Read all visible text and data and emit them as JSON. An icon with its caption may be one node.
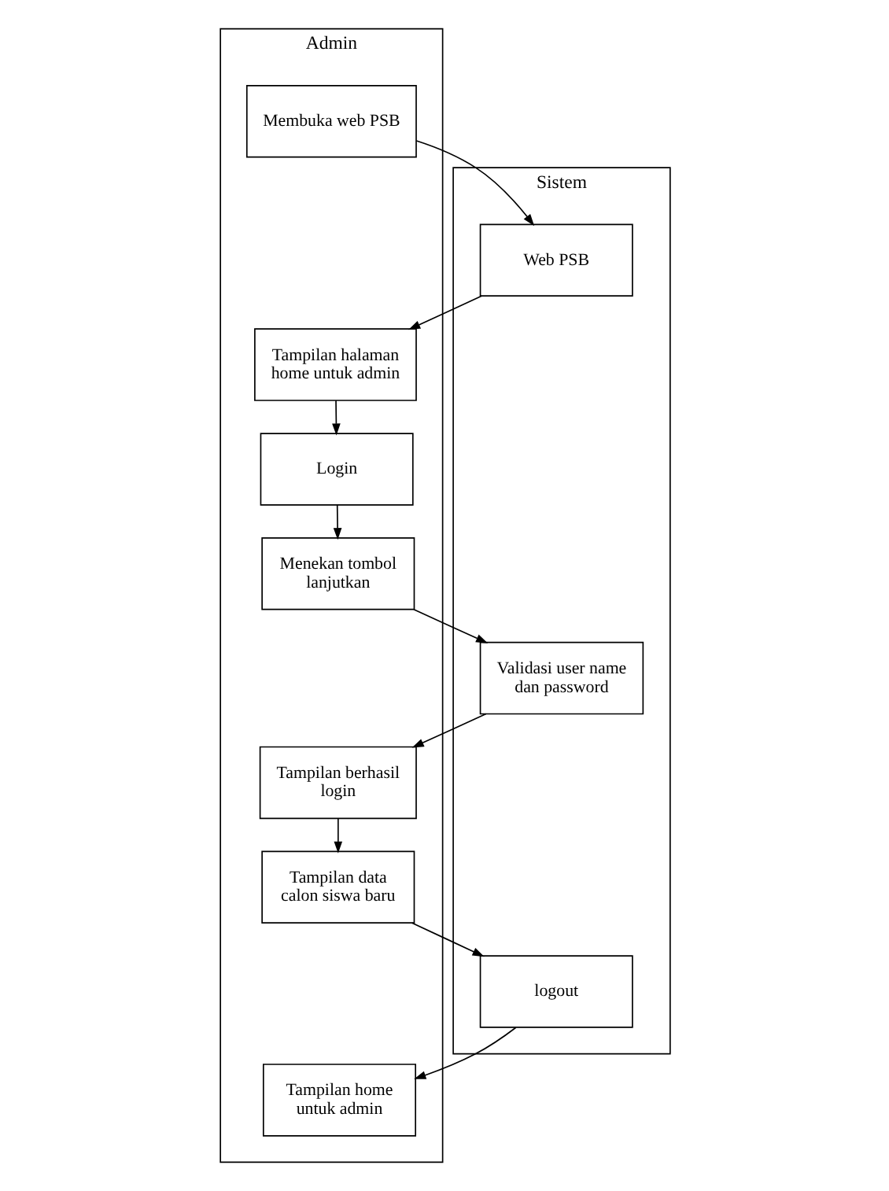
{
  "diagram": {
    "nodes": [
      {
        "text": [
          "Admin"
        ]
      },
      {
        "text": [
          "Sistem"
        ]
      },
      {
        "text": [
          "Membuka web PSB"
        ],
        "in": 0
      },
      {
        "text": [
          "Web PSB"
        ],
        "in": 1
      },
      {
        "text": [
          "Tampilan halaman home untuk admin"
        ],
        "in": 0
      },
      {
        "text": [
          "Login"
        ],
        "in": 0
      },
      {
        "text": [
          "Menekan tombol lanjutkan"
        ],
        "in": 0
      },
      {
        "text": [
          "Validasi user name dan password"
        ],
        "in": 1
      },
      {
        "text": [
          "Tampilan berhasil login"
        ],
        "in": 0
      },
      {
        "text": [
          "Tampilan data calon siswa baru"
        ],
        "in": 0
      },
      {
        "text": [
          "logout"
        ],
        "in": 1
      },
      {
        "text": [
          "Tampilan home untuk admin"
        ],
        "in": 0
      }
    ],
    "edges": [
      {
        "from": 2,
        "to": 3,
        "arrow": "to"
      },
      {
        "from": 3,
        "to": 4,
        "arrow": "to"
      },
      {
        "from": 4,
        "to": 5,
        "arrow": "to"
      },
      {
        "from": 5,
        "to": 6,
        "arrow": "to"
      },
      {
        "from": 6,
        "to": 7,
        "arrow": "to"
      },
      {
        "from": 7,
        "to": 8,
        "arrow": "to"
      },
      {
        "from": 8,
        "to": 9,
        "arrow": "to"
      },
      {
        "from": 9,
        "to": 10,
        "arrow": "to"
      },
      {
        "from": 10,
        "to": 11,
        "arrow": "to"
      }
    ]
  }
}
